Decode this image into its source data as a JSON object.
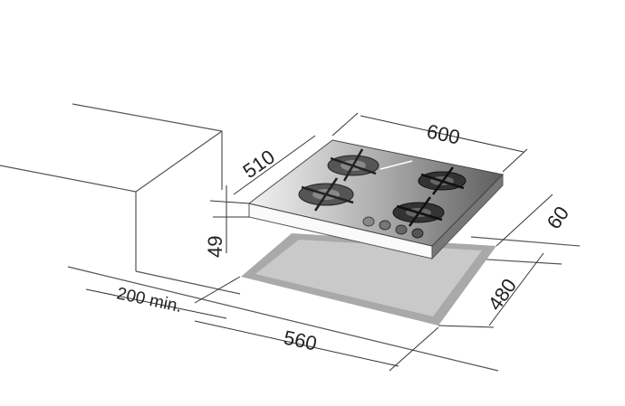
{
  "dimensions": {
    "width": "600",
    "depth": "510",
    "height": "49",
    "cutout_margin": "60",
    "cutout_depth": "480",
    "cutout_width": "560",
    "wall_clearance": "200 min."
  },
  "colors": {
    "cutout": "#a9a9a9",
    "hob_dark": "#6a6a6a",
    "hob_light": "#e6e6e6",
    "line": "#555555"
  }
}
